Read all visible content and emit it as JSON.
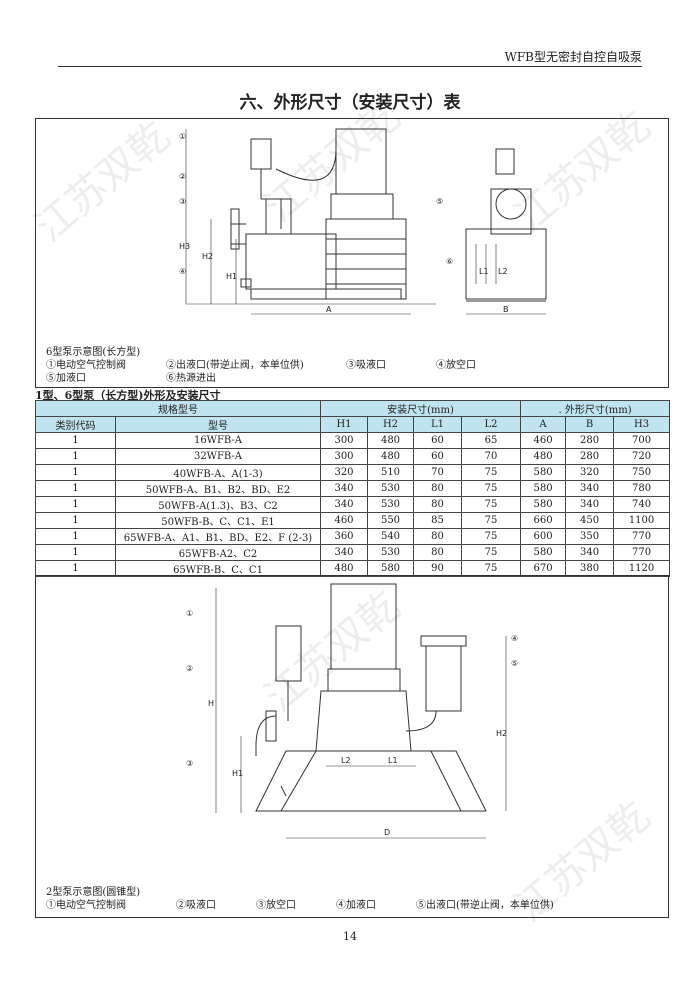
{
  "header": "WFB型无密封自控自吸泵",
  "title": "六、外形尺寸（安装尺寸）表",
  "figure1": {
    "labels": [
      "①",
      "②",
      "③",
      "④",
      "⑤",
      "⑥"
    ],
    "dims": {
      "H1": "H1",
      "H2": "H2",
      "H3": "H3",
      "A": "A",
      "L1": "L1",
      "L2": "L2",
      "B": "B"
    },
    "caption_title": "6型泵示意图(长方型)",
    "legend": [
      "①电动空气控制阀",
      "②出液口(带逆止阀，本单位供)",
      "③吸液口",
      "④放空口",
      "⑤加液口",
      "⑥热源进出"
    ]
  },
  "table": {
    "caption": "1型、6型泵（长方型)外形及安装尺寸",
    "group_headers": [
      "规格型号",
      "安装尺寸(mm)",
      ". 外形尺寸(mm)"
    ],
    "columns": [
      "类别代码",
      "型号",
      "H1",
      "H2",
      "L1",
      "L2",
      "A",
      "B",
      "H3"
    ],
    "rows": [
      [
        "1",
        "16WFB-A",
        "300",
        "480",
        "60",
        "65",
        "460",
        "280",
        "700"
      ],
      [
        "1",
        "32WFB-A",
        "300",
        "480",
        "60",
        "70",
        "480",
        "280",
        "720"
      ],
      [
        "1",
        "40WFB-A、A(1-3)",
        "320",
        "510",
        "70",
        "75",
        "580",
        "320",
        "750"
      ],
      [
        "1",
        "50WFB-A、B1、B2、BD、E2",
        "340",
        "530",
        "80",
        "75",
        "580",
        "340",
        "780"
      ],
      [
        "1",
        "50WFB-A(1.3)、B3、C2",
        "340",
        "530",
        "80",
        "75",
        "580",
        "340",
        "740"
      ],
      [
        "1",
        "50WFB-B、C、C1、E1",
        "460",
        "550",
        "85",
        "75",
        "660",
        "450",
        "1100"
      ],
      [
        "1",
        "65WFB-A、A1、B1、BD、E2、F (2-3)",
        "360",
        "540",
        "80",
        "75",
        "600",
        "350",
        "770"
      ],
      [
        "1",
        "65WFB-A2、C2",
        "340",
        "530",
        "80",
        "75",
        "580",
        "340",
        "770"
      ],
      [
        "1",
        "65WFB-B、C、C1",
        "480",
        "580",
        "90",
        "75",
        "670",
        "380",
        "1120"
      ]
    ]
  },
  "figure2": {
    "labels": [
      "①",
      "②",
      "③",
      "④",
      "⑤"
    ],
    "dims": {
      "H": "H",
      "H1": "H1",
      "H2": "H2",
      "L1": "L1",
      "L2": "L2",
      "D": "D"
    },
    "caption_title": "2型泵示意图(圆锥型)",
    "legend": [
      "①电动空气控制阀",
      "②吸液口",
      "③放空口",
      "④加液口",
      "⑤出液口(带逆止阀，本单位供)"
    ]
  },
  "watermark": "江苏双乾",
  "page_number": "14"
}
